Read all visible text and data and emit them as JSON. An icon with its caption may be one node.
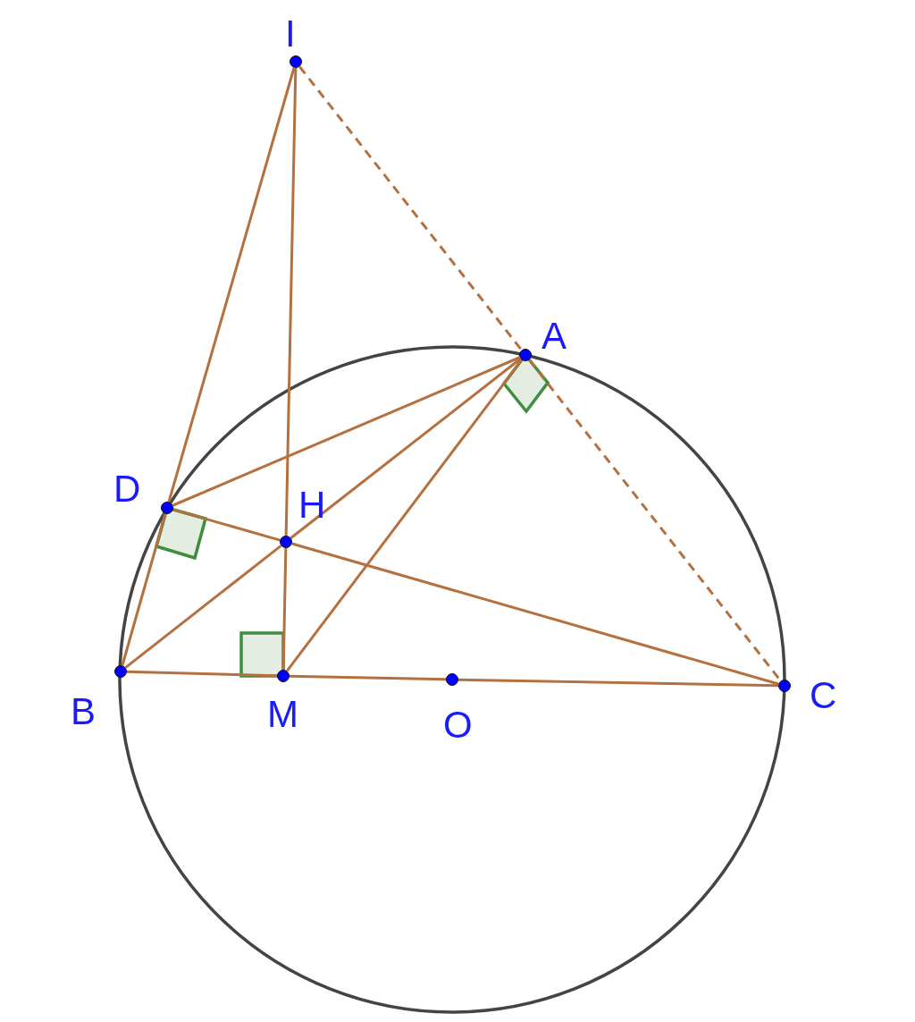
{
  "diagram": {
    "nodes": [
      {
        "text": [
          "I"
        ]
      },
      {
        "text": [
          "A"
        ]
      },
      {
        "text": [
          "D"
        ]
      },
      {
        "text": [
          "H"
        ]
      },
      {
        "text": [
          "B"
        ]
      },
      {
        "text": [
          "M"
        ]
      },
      {
        "text": [
          "O"
        ]
      },
      {
        "text": [
          "C"
        ]
      }
    ],
    "edges": [
      {
        "from": 0,
        "to": 2,
        "arrow": "none"
      },
      {
        "from": 0,
        "to": 3,
        "arrow": "none"
      },
      {
        "from": 3,
        "to": 5,
        "arrow": "none"
      },
      {
        "from": 0,
        "to": 1,
        "arrow": "none",
        "style": "dashed"
      },
      {
        "from": 1,
        "to": 7,
        "arrow": "none",
        "style": "dashed"
      },
      {
        "from": 2,
        "to": 1,
        "arrow": "none"
      },
      {
        "from": 2,
        "to": 4,
        "arrow": "none"
      },
      {
        "from": 2,
        "to": 3,
        "arrow": "none"
      },
      {
        "from": 3,
        "to": 7,
        "arrow": "none"
      },
      {
        "from": 4,
        "to": 3,
        "arrow": "none"
      },
      {
        "from": 3,
        "to": 1,
        "arrow": "none"
      },
      {
        "from": 5,
        "to": 1,
        "arrow": "none"
      },
      {
        "from": 4,
        "to": 5,
        "arrow": "none"
      },
      {
        "from": 5,
        "to": 6,
        "arrow": "none"
      },
      {
        "from": 6,
        "to": 7,
        "arrow": "none"
      }
    ]
  }
}
